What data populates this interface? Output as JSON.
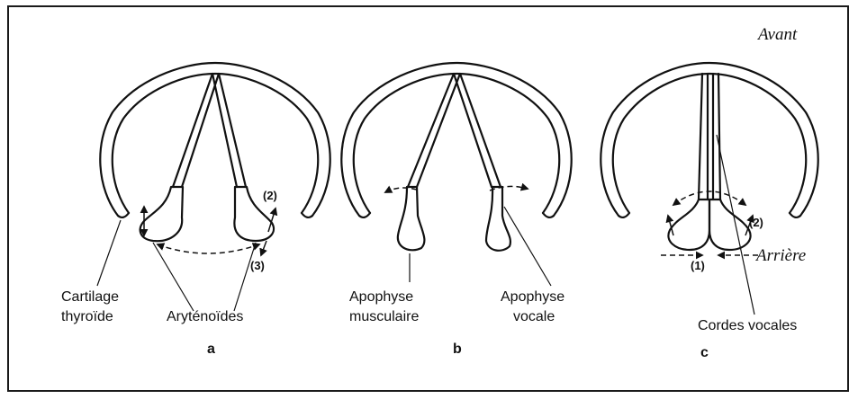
{
  "panel_a": {
    "label_cartilage_line1": "Cartilage",
    "label_cartilage_line2": "thyroïde",
    "label_arytenoides": "Aryténoïdes",
    "marker_2": "(2)",
    "marker_3": "(3)",
    "panel_letter": "a"
  },
  "panel_b": {
    "label_musculaire_line1": "Apophyse",
    "label_musculaire_line2": "musculaire",
    "label_vocale_line1": "Apophyse",
    "label_vocale_line2": "vocale",
    "panel_letter": "b"
  },
  "panel_c": {
    "label_avant": "Avant",
    "label_arriere": "Arrière",
    "label_cordes": "Cordes vocales",
    "marker_1": "(1)",
    "marker_2": "(2)",
    "panel_letter": "c"
  },
  "colors": {
    "ink": "#111111",
    "background": "#ffffff"
  }
}
